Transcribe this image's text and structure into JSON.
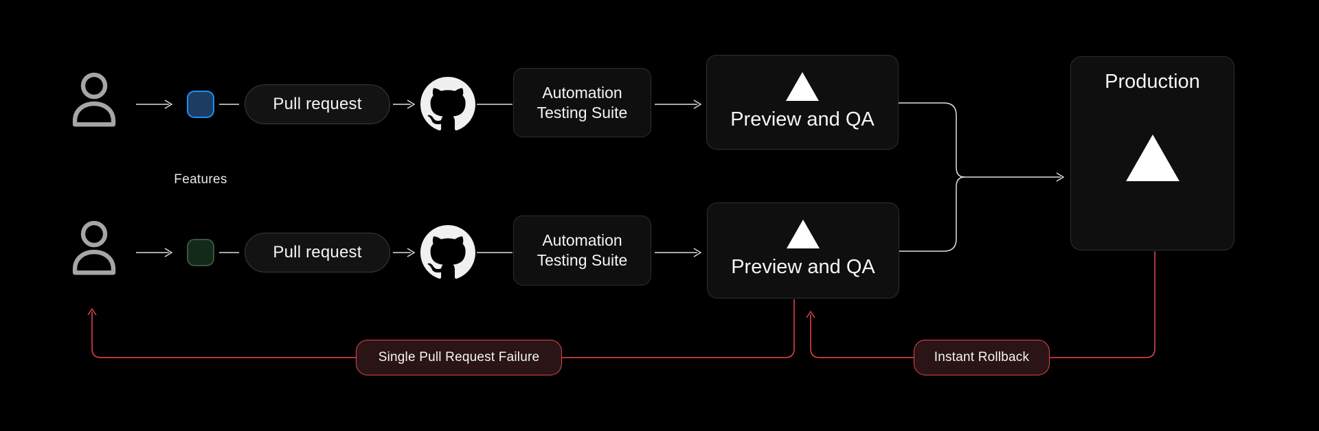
{
  "diagram": {
    "features_label": "Features",
    "pipelines": [
      {
        "actor": "developer-1",
        "branch": "feature-branch-blue",
        "pull_request_label": "Pull request",
        "repo_icon": "github",
        "suite_label_line1": "Automation",
        "suite_label_line2": "Testing Suite",
        "preview_label": "Preview and QA"
      },
      {
        "actor": "developer-2",
        "branch": "feature-branch-green",
        "pull_request_label": "Pull request",
        "repo_icon": "github",
        "suite_label_line1": "Automation",
        "suite_label_line2": "Testing Suite",
        "preview_label": "Preview and QA"
      }
    ],
    "production_label": "Production",
    "annotations": {
      "failure_label": "Single Pull Request Failure",
      "rollback_label": "Instant Rollback"
    }
  },
  "colors": {
    "bg": "#000000",
    "box-bg": "#0f0f0f",
    "box-border": "#2f2f2f",
    "pill-bg": "#131313",
    "pill-border": "#3b3b3b",
    "line": "#dfe3dd",
    "red": "#e5484d",
    "red-pill-bg": "#2a1416",
    "blue-branch-fill": "#1d3c61",
    "blue-branch-border": "#1f8ff7",
    "green-branch-fill": "#142a19",
    "green-branch-border": "#3a523f"
  }
}
